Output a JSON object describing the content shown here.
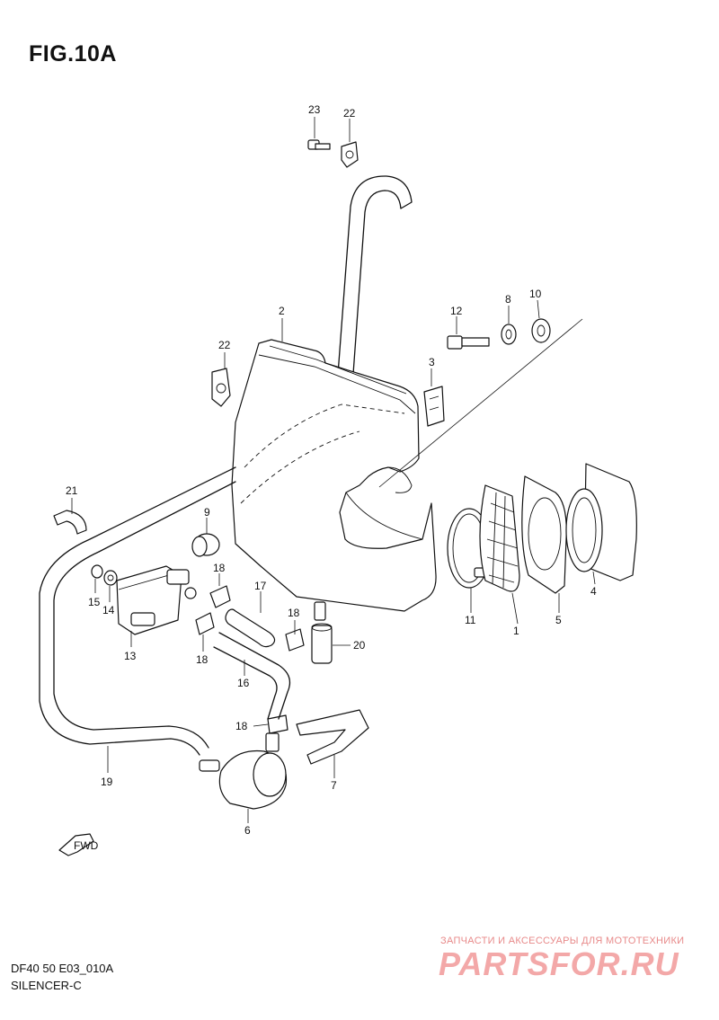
{
  "figure": {
    "title": "FIG.10A",
    "code": "DF40 50 E03_010A",
    "name": "SILENCER-C"
  },
  "labels": [
    {
      "id": "23",
      "text": "23"
    },
    {
      "id": "22a",
      "text": "22"
    },
    {
      "id": "2",
      "text": "2"
    },
    {
      "id": "22b",
      "text": "22"
    },
    {
      "id": "12",
      "text": "12"
    },
    {
      "id": "8",
      "text": "8"
    },
    {
      "id": "10",
      "text": "10"
    },
    {
      "id": "3",
      "text": "3"
    },
    {
      "id": "21",
      "text": "21"
    },
    {
      "id": "9",
      "text": "9"
    },
    {
      "id": "18a",
      "text": "18"
    },
    {
      "id": "17",
      "text": "17"
    },
    {
      "id": "15",
      "text": "15"
    },
    {
      "id": "14",
      "text": "14"
    },
    {
      "id": "13",
      "text": "13"
    },
    {
      "id": "18b",
      "text": "18"
    },
    {
      "id": "18c",
      "text": "18"
    },
    {
      "id": "20",
      "text": "20"
    },
    {
      "id": "16",
      "text": "16"
    },
    {
      "id": "11",
      "text": "11"
    },
    {
      "id": "1",
      "text": "1"
    },
    {
      "id": "5",
      "text": "5"
    },
    {
      "id": "4",
      "text": "4"
    },
    {
      "id": "18d",
      "text": "18"
    },
    {
      "id": "19",
      "text": "19"
    },
    {
      "id": "7",
      "text": "7"
    },
    {
      "id": "6",
      "text": "6"
    }
  ],
  "fwd_label": "FWD",
  "watermark": {
    "tagline": "ЗАПЧАСТИ И АКСЕССУАРЫ ДЛЯ МОТОТЕХНИКИ",
    "logo": "PARTSFOR.RU"
  }
}
